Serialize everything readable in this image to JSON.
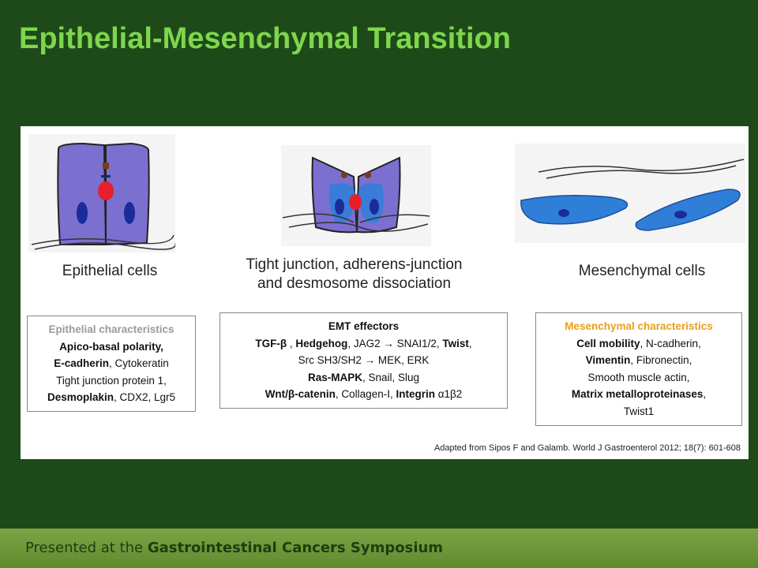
{
  "slide": {
    "title": "Epithelial-Mesenchymal Transition"
  },
  "diagram": {
    "captions": {
      "epithelial": "Epithelial cells",
      "transition_line1": "Tight junction, adherens-junction",
      "transition_line2": "and desmosome dissociation",
      "mesenchymal": "Mesenchymal cells"
    },
    "epithelial_box": {
      "header": "Epithelial characteristics",
      "header_color": "#9a9a9a",
      "line1": "Apico-basal polarity,",
      "line2_bold": "E-cadherin",
      "line2_rest": ", Cytokeratin",
      "line3": "Tight junction protein 1,",
      "line4_bold": "Desmoplakin",
      "line4_rest": ", CDX2, Lgr5"
    },
    "emt_box": {
      "header": "EMT effectors",
      "l1_b1": "TGF-β",
      "l1_t1": " , ",
      "l1_b2": "Hedgehog",
      "l1_t2": ", JAG2 → SNAI1/2, ",
      "l1_b3": "Twist",
      "l1_t3": ",",
      "l2": "Src SH3/SH2 → MEK, ERK",
      "l3_b": "Ras-MAPK",
      "l3_t": ", Snail, Slug",
      "l4_b1": "Wnt/β-catenin",
      "l4_t1": ", Collagen-I, ",
      "l4_b2": "Integrin",
      "l4_t2": " α1β2"
    },
    "mesenchymal_box": {
      "header": "Mesenchymal characteristics",
      "header_color": "#e8a11c",
      "l1_b": "Cell mobility",
      "l1_t": ", N-cadherin,",
      "l2_b": "Vimentin",
      "l2_t": ", Fibronectin,",
      "l3": "Smooth muscle actin,",
      "l4_b": "Matrix metalloproteinases",
      "l4_t": ",",
      "l5": "Twist1"
    },
    "citation": "Adapted from Sipos F and Galamb. World J Gastroenterol 2012; 18(7): 601-608",
    "colors": {
      "cell_purple": "#7b6fd0",
      "cell_blue": "#2f7fd8",
      "nucleus": "#1a2c9a",
      "junction_red": "#e5202a"
    }
  },
  "footer": {
    "prefix": "Presented at the ",
    "emphasis": "Gastrointestinal Cancers Symposium"
  }
}
